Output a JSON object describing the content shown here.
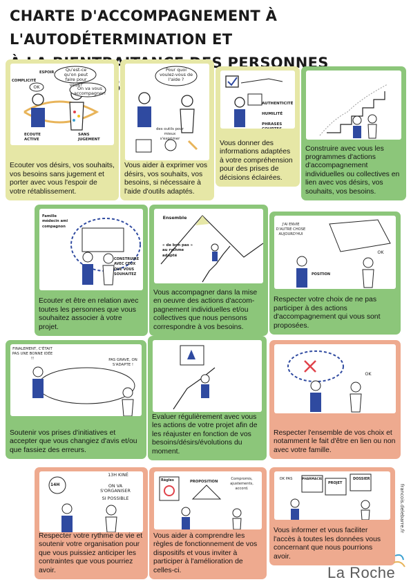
{
  "header": {
    "title_line1": "Charte d'accompagnement à l'autodétermination et",
    "title_line2": "à la bientraitance des personnes concernées"
  },
  "colors": {
    "yellow": "#e6e7a6",
    "green": "#8cc67a",
    "salmon": "#eeaa8f",
    "blue": "#2f4aa0"
  },
  "cards": [
    {
      "caption": "Ecouter vos désirs, vos souhaits, vos besoins sans jugement et porter avec vous l'espoir de votre rétablissement.",
      "bubbles": [
        "Qu'est-ce qu'on peut faire pour vous?",
        "OK",
        "On va vous accompagner!"
      ],
      "tags": [
        "Complicité",
        "Espoir",
        "Ecoute active",
        "Sans jugement"
      ]
    },
    {
      "caption": "Vous aider à exprimer vos désirs, vos souhaits, vos besoins, si nécessaire à l'aide d'outils adaptés.",
      "bubbles": [
        "Pour quoi voulez-vous de l'aide ?"
      ],
      "tags": [
        "des outils pour mieux s'exprimer"
      ]
    },
    {
      "caption": "Vous donner des informations adaptées à votre compréhension pour des prises de décisions éclairées.",
      "tags": [
        "Authenticité",
        "Humilité",
        "Phrases courtes"
      ]
    },
    {
      "caption": "Construire avec vous les programmes d'actions d'accompagnement individuelles ou collectives en lien avec vos désirs, vos souhaits, vos besoins."
    },
    {
      "caption": "Ecouter et être en relation avec toutes les personnes que vous souhaitez associer à votre projet.",
      "tags": [
        "Famille médecin ami compagnon",
        "Construire avec ceux que vous souhaitez"
      ]
    },
    {
      "caption": "Vous accompagner dans la mise en oeuvre des actions d'accom-pagnement individuelles et/ou collectives que nous pensons correspondre à vos besoins.",
      "bubbles": [
        "Ensemble"
      ],
      "tags": [
        "« de bon pas » au rythme adapté"
      ]
    },
    {
      "caption": "Respecter votre choix de ne pas participer à des actions d'accompagnement qui vous sont proposées.",
      "bubbles": [
        "J'ai envie d'autre chose aujourd'hui",
        "OK"
      ],
      "tags": [
        "Position"
      ]
    },
    {
      "caption": "Soutenir vos prises d'initiatives et accepter que vous changiez d'avis et/ou que fassiez des erreurs.",
      "bubbles": [
        "Finalement, c'était pas une bonne idée !!",
        "Pas grave, on s'adapte !"
      ]
    },
    {
      "caption": "Evaluer régulièrement avec vous les actions de votre projet afin de les réajuster en fonction de vos besoins/désirs/évolutions du moment."
    },
    {
      "caption": "Respecter l'ensemble de vos choix et notamment le fait d'être en lien ou non avec votre famille.",
      "bubbles": [
        "OK"
      ]
    },
    {
      "caption": "Respecter votre rythme de vie et soutenir votre organisation pour que vous puissiez anticiper les contraintes que vous pourriez avoir.",
      "bubbles": [
        "13h Kiné",
        "On va s'organiser",
        "Si possible"
      ],
      "tags": [
        "14h"
      ]
    },
    {
      "caption": "Vous aider à comprendre les règles de fonctionnement de vos dispositifs et vous inviter à participer à l'amélioration de celles-ci.",
      "bubbles": [
        "Compromis, ajustements, accord."
      ],
      "tags": [
        "Règles",
        "Proposition"
      ]
    },
    {
      "caption": "Vous informer et vous faciliter l'accès à toutes les données vous concernant que nous pourrions avoir.",
      "bubbles": [
        "OK pas"
      ],
      "tags": [
        "Pharmacie",
        "Projet",
        "Dossier"
      ]
    }
  ],
  "footer": {
    "credit": "francois.delebarre.fr",
    "logo": "La Roche"
  }
}
